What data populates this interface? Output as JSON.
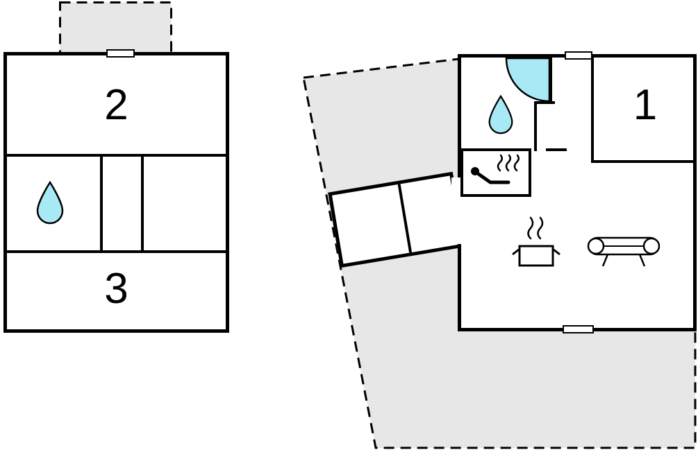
{
  "floor_plan": {
    "colors": {
      "wall": "#000000",
      "terrace_fill": "#e7e7e7",
      "water_fill": "#a9e8f5",
      "background": "#ffffff"
    },
    "rooms": {
      "room1": {
        "label": "1"
      },
      "room2": {
        "label": "2"
      },
      "room3": {
        "label": "3"
      }
    },
    "icons": {
      "left_bathroom": "water-drop",
      "right_bathroom": "water-drop",
      "shower": "shower-quarter-screen",
      "sauna": "sauna-bather-with-steam",
      "kitchen": "pot-with-steam",
      "living_room": "sofa"
    },
    "areas": {
      "left_terrace": "dashed-terrace",
      "right_terrace": "dashed-terrace",
      "entry": "angled-entry-hall"
    }
  }
}
